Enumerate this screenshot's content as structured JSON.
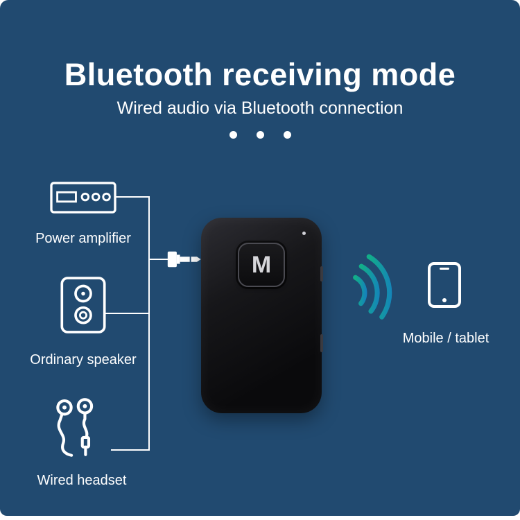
{
  "colors": {
    "background": "#ffffff",
    "panel": "#214a70",
    "text": "#ffffff",
    "signal_start": "#12ae88",
    "signal_end": "#157fc0",
    "device_body": "#0d0d0f"
  },
  "header": {
    "title": "Bluetooth receiving mode",
    "subtitle": "Wired audio via Bluetooth connection"
  },
  "sources": [
    {
      "id": "power-amplifier",
      "label": "Power amplifier"
    },
    {
      "id": "ordinary-speaker",
      "label": "Ordinary speaker"
    },
    {
      "id": "wired-headset",
      "label": "Wired headset"
    }
  ],
  "receiver": {
    "mode_button_label": "M"
  },
  "target": {
    "label": "Mobile / tablet"
  },
  "icons": {
    "power-amplifier-icon": "outlined box with display bar and three knobs",
    "speaker-icon": "outlined cabinet with two drivers",
    "wired-headset-icon": "earbuds with dangling wires and plug",
    "audio-jack-icon": "3.5mm plug pointing right",
    "signal-waves-icon": "three teal arcs",
    "phone-icon": "outlined smartphone"
  }
}
